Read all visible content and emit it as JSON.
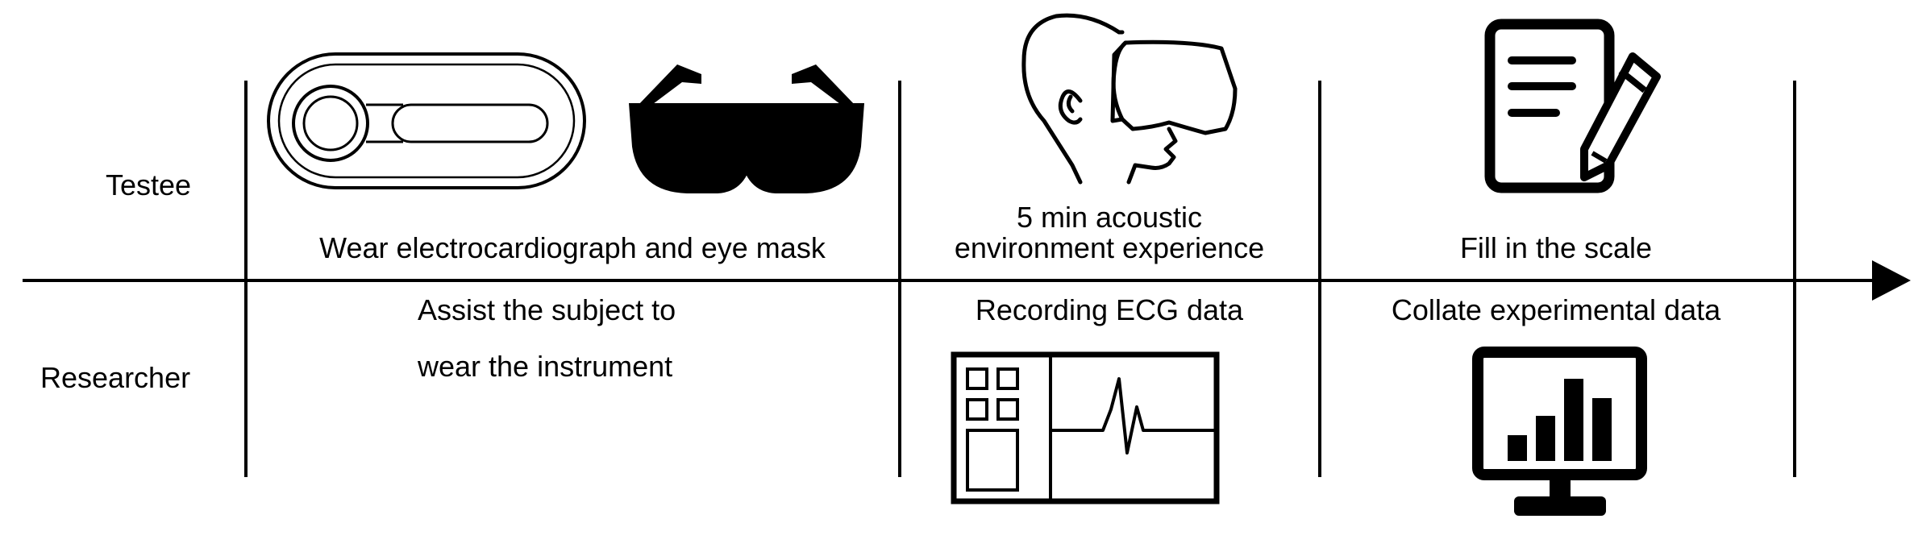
{
  "rows": {
    "testee": "Testee",
    "researcher": "Researcher"
  },
  "steps": {
    "wear_label": "Wear  electrocardiograph and  eye mask",
    "acoustic_line1": "5 min acoustic",
    "acoustic_line2": "environment experience",
    "fill_label": "Fill in the scale",
    "assist_line1": "Assist the subject to",
    "assist_line2": "wear the instrument",
    "recording_label": "Recording ECG data",
    "collate_label": "Collate experimental data"
  },
  "icons": [
    "electrocardiograph-device-icon",
    "eye-mask-icon",
    "vr-headset-head-icon",
    "document-pencil-icon",
    "ecg-monitor-icon",
    "bar-chart-monitor-icon"
  ],
  "colors": {
    "ink": "#000000",
    "background": "#ffffff"
  }
}
